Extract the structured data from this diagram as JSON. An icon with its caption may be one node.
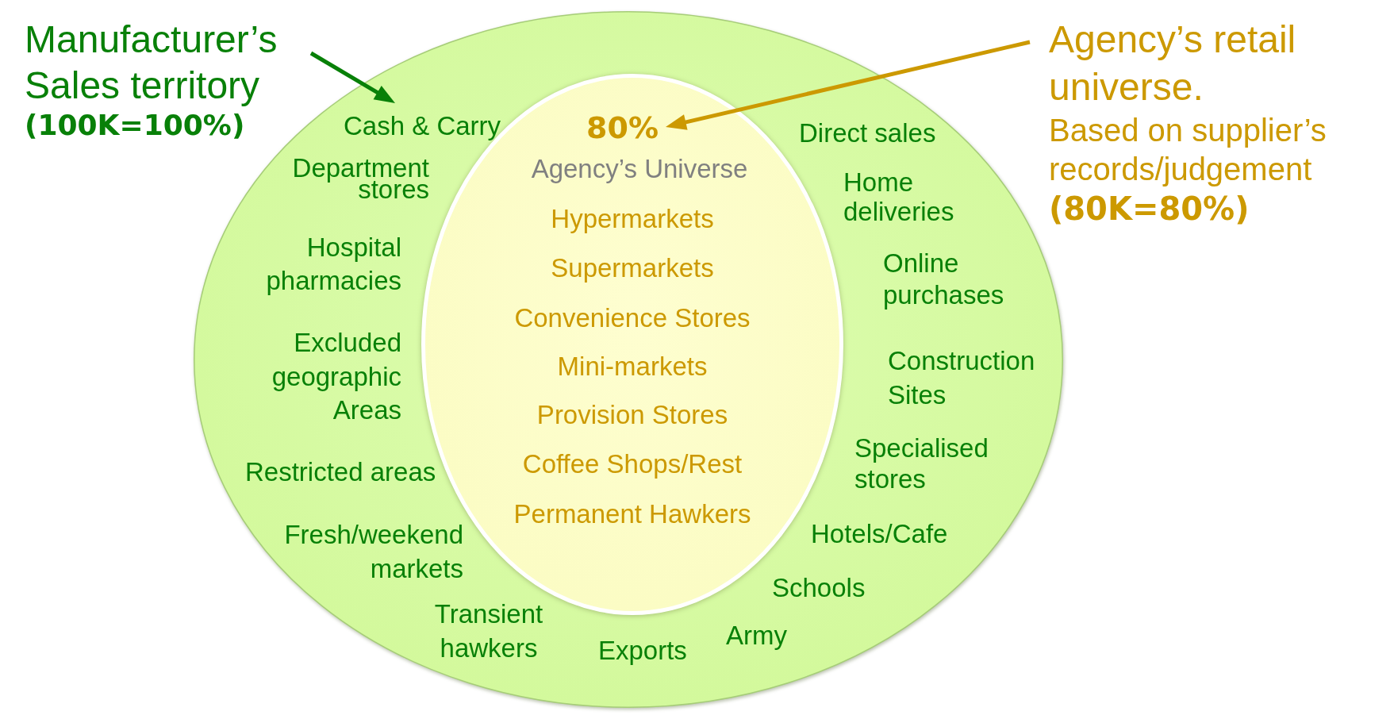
{
  "diagram": {
    "nodes": [
      {
        "text": [
          "Manufacturer’s Sales territory",
          "(100K=100%)"
        ]
      },
      {
        "text": [
          "Cash & Carry",
          "Department stores",
          "Hospital pharmacies",
          "Excluded geographic Areas",
          "Restricted areas",
          "Fresh/weekend markets",
          "Transient hawkers",
          "Exports",
          "Direct sales",
          "Home deliveries",
          "Online purchases",
          "Construction Sites",
          "Specialised stores",
          "Hotels/Cafe",
          "Schools",
          "Army"
        ]
      },
      {
        "text": [
          "Agency’s Universe",
          "Hypermarkets",
          "Supermarkets",
          "Convenience Stores",
          "Mini-markets",
          "Provision Stores",
          "Coffee Shops/Rest",
          "Permanent Hawkers"
        ],
        "in": 1
      },
      {
        "text": [
          "80%"
        ],
        "in": 2
      },
      {
        "text": [
          "Agency’s retail universe.",
          "Based on supplier’s records/judgement",
          "(80K=80%)"
        ]
      }
    ],
    "edges": [
      {
        "from": 0,
        "to": 1,
        "arrow": "to",
        "color": "#088008"
      },
      {
        "from": 4,
        "to": 3,
        "arrow": "to",
        "color": "#cc9900"
      }
    ]
  }
}
